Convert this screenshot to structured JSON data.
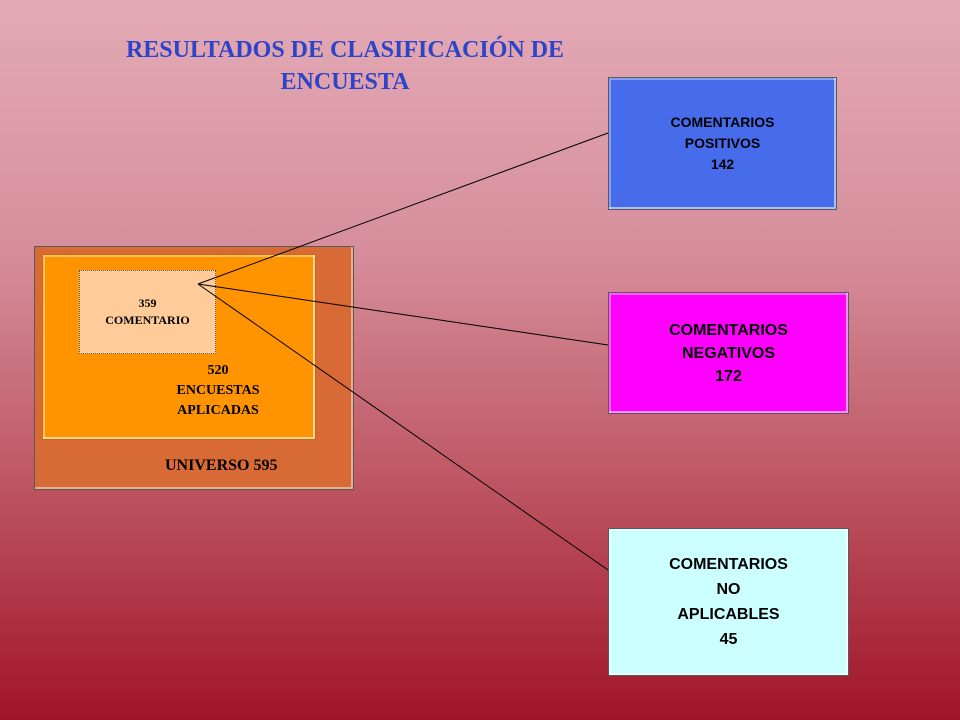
{
  "title": {
    "line1": "RESULTADOS DE CLASIFICACIÓN DE",
    "line2": "ENCUESTA"
  },
  "universe": {
    "label": "UNIVERSO 595"
  },
  "applied": {
    "number": "520",
    "line1": "ENCUESTAS",
    "line2": "APLICADAS"
  },
  "comment": {
    "number": "359",
    "label": "COMENTARIO"
  },
  "categories": {
    "positive": {
      "line1": "COMENTARIOS",
      "line2": "POSITIVOS",
      "value": "142"
    },
    "negative": {
      "line1": "COMENTARIOS",
      "line2": "NEGATIVOS",
      "value": "172"
    },
    "not_applicable": {
      "line1": "COMENTARIOS",
      "line2": "NO",
      "line3": "APLICABLES",
      "value": "45"
    }
  },
  "colors": {
    "title": "#2d43c8",
    "universe": "#d86a35",
    "applied": "#ff9400",
    "comment": "#ffcc99",
    "positive": "#476ceb",
    "negative": "#ff00ff",
    "not_applicable": "#ccffff"
  }
}
